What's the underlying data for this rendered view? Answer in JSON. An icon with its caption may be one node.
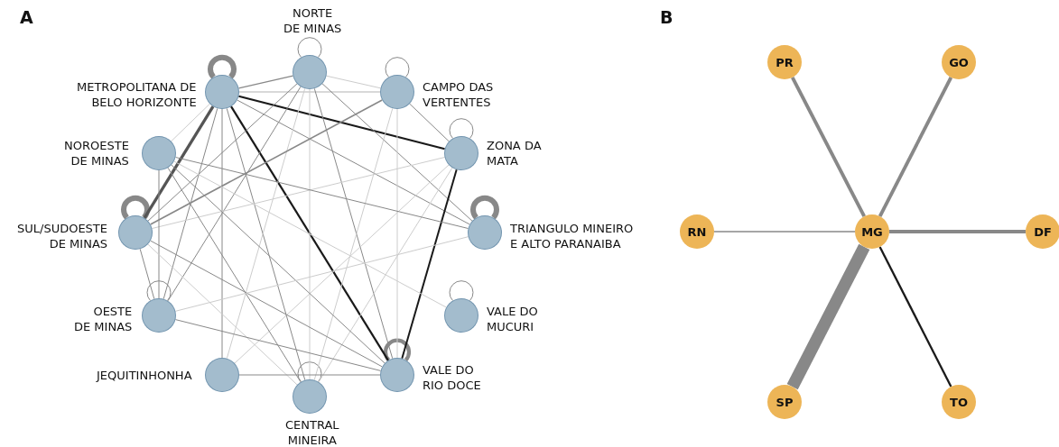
{
  "diagram": {
    "nodes": [
      {
        "text": [
          "NORTE DE MINAS"
        ]
      },
      {
        "text": [
          "METROPOLITANA DE BELO HORIZONTE"
        ]
      },
      {
        "text": [
          "CAMPO DAS VERTENTES"
        ]
      },
      {
        "text": [
          "NOROESTE DE MINAS"
        ]
      },
      {
        "text": [
          "ZONA DA MATA"
        ]
      },
      {
        "text": [
          "SUL/SUDOESTE DE MINAS"
        ]
      },
      {
        "text": [
          "TRIANGULO MINEIRO E ALTO PARANAIBA"
        ]
      },
      {
        "text": [
          "OESTE DE MINAS"
        ]
      },
      {
        "text": [
          "VALE DO MUCURI"
        ]
      },
      {
        "text": [
          "JEQUITINHONHA"
        ]
      },
      {
        "text": [
          "VALE DO RIO DOCE"
        ]
      },
      {
        "text": [
          "CENTRAL MINEIRA"
        ]
      },
      {
        "text": [
          "PR"
        ]
      },
      {
        "text": [
          "GO"
        ]
      },
      {
        "text": [
          "RN"
        ]
      },
      {
        "text": [
          "MG"
        ]
      },
      {
        "text": [
          "DF"
        ]
      },
      {
        "text": [
          "SP"
        ]
      },
      {
        "text": [
          "TO"
        ]
      }
    ],
    "edges": [
      {
        "from": 0,
        "to": 0,
        "arrow": "none"
      },
      {
        "from": 1,
        "to": 1,
        "arrow": "none",
        "style": "thick"
      },
      {
        "from": 2,
        "to": 2,
        "arrow": "none"
      },
      {
        "from": 4,
        "to": 4,
        "arrow": "none"
      },
      {
        "from": 5,
        "to": 5,
        "arrow": "none",
        "style": "thick"
      },
      {
        "from": 6,
        "to": 6,
        "arrow": "none",
        "style": "thick"
      },
      {
        "from": 7,
        "to": 7,
        "arrow": "none"
      },
      {
        "from": 8,
        "to": 8,
        "arrow": "none"
      },
      {
        "from": 10,
        "to": 10,
        "arrow": "none",
        "style": "thick"
      },
      {
        "from": 11,
        "to": 11,
        "arrow": "none"
      },
      {
        "from": 1,
        "to": 0,
        "arrow": "none"
      },
      {
        "from": 1,
        "to": 2,
        "arrow": "none",
        "color": "#cccccc"
      },
      {
        "from": 1,
        "to": 4,
        "arrow": "none",
        "color": "#1a1a1a"
      },
      {
        "from": 1,
        "to": 5,
        "arrow": "none",
        "style": "thick",
        "color": "#555555"
      },
      {
        "from": 1,
        "to": 10,
        "arrow": "none",
        "color": "#1a1a1a"
      },
      {
        "from": 1,
        "to": 3,
        "arrow": "none",
        "color": "#cccccc"
      },
      {
        "from": 1,
        "to": 9,
        "arrow": "none"
      },
      {
        "from": 1,
        "to": 11,
        "arrow": "none"
      },
      {
        "from": 1,
        "to": 7,
        "arrow": "none"
      },
      {
        "from": 1,
        "to": 6,
        "arrow": "none"
      },
      {
        "from": 0,
        "to": 2,
        "arrow": "none",
        "color": "#cccccc"
      },
      {
        "from": 0,
        "to": 5,
        "arrow": "none"
      },
      {
        "from": 0,
        "to": 7,
        "arrow": "none"
      },
      {
        "from": 0,
        "to": 9,
        "arrow": "none",
        "color": "#cccccc"
      },
      {
        "from": 0,
        "to": 11,
        "arrow": "none",
        "color": "#cccccc"
      },
      {
        "from": 0,
        "to": 10,
        "arrow": "none"
      },
      {
        "from": 0,
        "to": 6,
        "arrow": "none"
      },
      {
        "from": 2,
        "to": 5,
        "arrow": "none"
      },
      {
        "from": 2,
        "to": 4,
        "arrow": "none"
      },
      {
        "from": 2,
        "to": 10,
        "arrow": "none",
        "color": "#cccccc"
      },
      {
        "from": 2,
        "to": 11,
        "arrow": "none",
        "color": "#cccccc"
      },
      {
        "from": 4,
        "to": 10,
        "arrow": "none",
        "color": "#1a1a1a"
      },
      {
        "from": 4,
        "to": 5,
        "arrow": "none",
        "color": "#cccccc"
      },
      {
        "from": 4,
        "to": 11,
        "arrow": "none",
        "color": "#cccccc"
      },
      {
        "from": 4,
        "to": 9,
        "arrow": "none",
        "color": "#cccccc"
      },
      {
        "from": 3,
        "to": 7,
        "arrow": "none"
      },
      {
        "from": 3,
        "to": 6,
        "arrow": "none"
      },
      {
        "from": 3,
        "to": 11,
        "arrow": "none"
      },
      {
        "from": 3,
        "to": 10,
        "arrow": "none"
      },
      {
        "from": 3,
        "to": 8,
        "arrow": "none",
        "color": "#cccccc"
      },
      {
        "from": 5,
        "to": 7,
        "arrow": "none"
      },
      {
        "from": 5,
        "to": 10,
        "arrow": "none"
      },
      {
        "from": 5,
        "to": 11,
        "arrow": "none",
        "color": "#cccccc"
      },
      {
        "from": 6,
        "to": 7,
        "arrow": "none",
        "color": "#cccccc"
      },
      {
        "from": 7,
        "to": 10,
        "arrow": "none"
      },
      {
        "from": 9,
        "to": 10,
        "arrow": "none"
      },
      {
        "from": 15,
        "to": 12,
        "arrow": "none",
        "style": "thick"
      },
      {
        "from": 15,
        "to": 13,
        "arrow": "none",
        "style": "thick"
      },
      {
        "from": 15,
        "to": 14,
        "arrow": "none"
      },
      {
        "from": 15,
        "to": 16,
        "arrow": "none",
        "style": "thick"
      },
      {
        "from": 15,
        "to": 17,
        "arrow": "none",
        "style": "thick"
      },
      {
        "from": 15,
        "to": 18,
        "arrow": "none",
        "color": "#1a1a1a"
      }
    ],
    "labels": [
      "A",
      "B"
    ]
  }
}
